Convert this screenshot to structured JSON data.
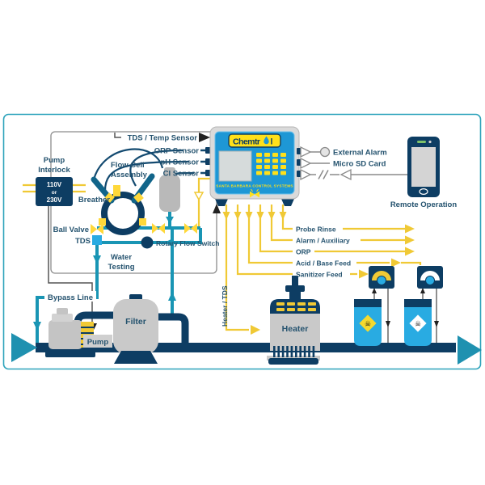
{
  "sensors": {
    "tds_temp": "TDS / Temp Sensor",
    "orp": "ORP Sensor",
    "ph": "pH Sensor",
    "cl": "Cl Sensor"
  },
  "flow_cell": {
    "name1": "Flow Cell",
    "name2": "Assembly",
    "breather": "Breather",
    "ball_valve": "Ball Valve",
    "tds": "TDS",
    "water1": "Water",
    "water2": "Testing",
    "rotary": "Rotary Flow Switch"
  },
  "power": {
    "name1": "Pump",
    "name2": "Interlock",
    "v1": "110V",
    "v2": "or",
    "v3": "230V"
  },
  "plumbing": {
    "bypass": "Bypass Line",
    "pump": "Pump",
    "filter": "Filter",
    "heater": "Heater"
  },
  "controller": {
    "logo1": "Chemtr",
    "logo2": "l",
    "subtitle": "SANTA BARBARA CONTROL SYSTEMS"
  },
  "io": {
    "external_alarm": "External Alarm",
    "micro_sd": "Micro SD Card",
    "remote": "Remote Operation"
  },
  "outputs": {
    "probe_rinse": "Probe Rinse",
    "alarm_aux": "Alarm / Auxiliary",
    "orp": "ORP",
    "acid_base": "Acid / Base Feed",
    "sanitizer": "Sanitizer Feed",
    "heater_tds": "Heater / TDS"
  },
  "tanks": {
    "hazard": "☠"
  },
  "colors": {
    "teal": "#1995b4",
    "navy": "#0d3d63",
    "yellow": "#f0c935",
    "panel_blue": "#1e97d5",
    "light_blue": "#29abe2",
    "gray": "#c9c9c9",
    "label": "#25536f",
    "logo_yellow": "#ffe01a"
  }
}
